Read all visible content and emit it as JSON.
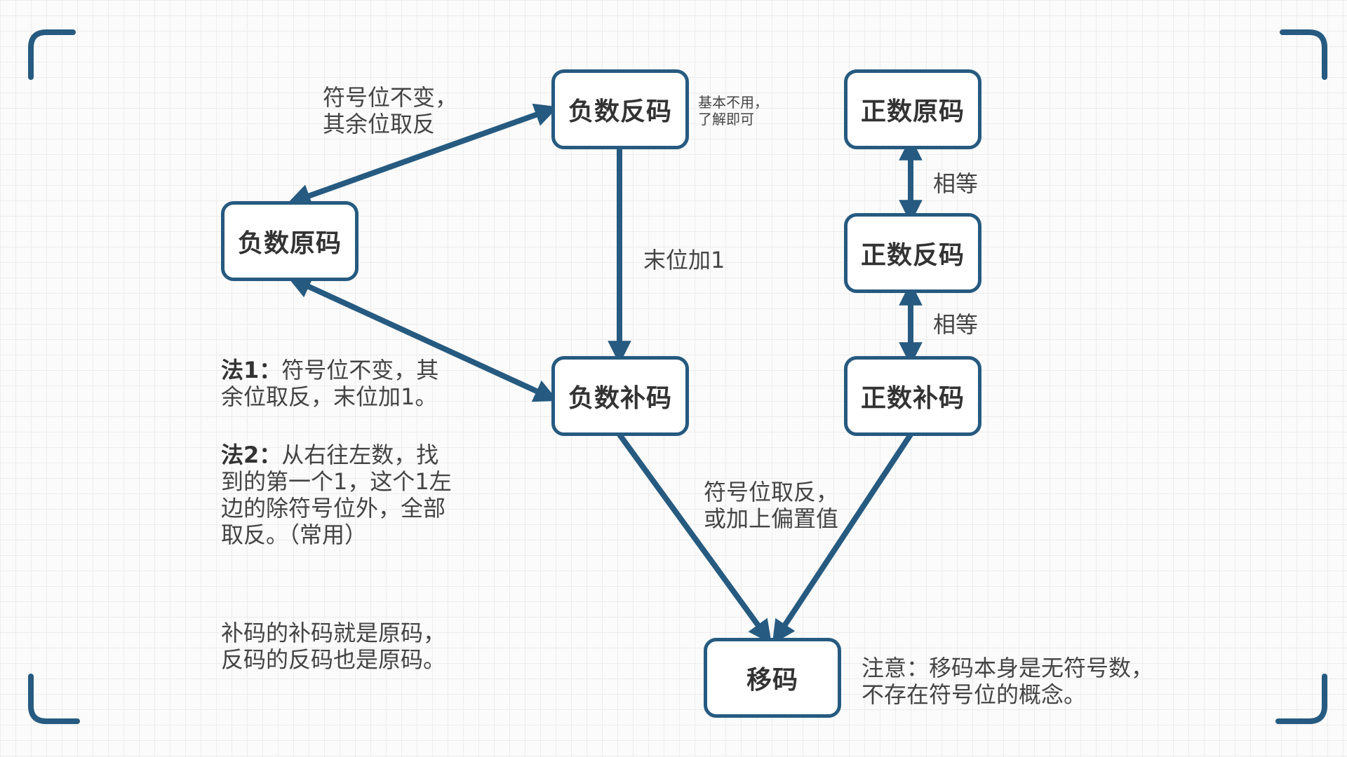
{
  "colors": {
    "accent": "#265a80",
    "text": "#333333",
    "node_fill": "#ffffff"
  },
  "nodes": {
    "neg_ones": "负数反码",
    "neg_sign": "负数原码",
    "neg_twos": "负数补码",
    "pos_sign": "正数原码",
    "pos_ones": "正数反码",
    "pos_twos": "正数补码",
    "biased": "移码"
  },
  "edge_labels": {
    "sign_to_ones": [
      "符号位不变，",
      "其余位取反"
    ],
    "ones_note": [
      "基本不用，",
      "了解即可"
    ],
    "add_one": "末位加1",
    "equal_1": "相等",
    "equal_2": "相等",
    "to_biased": [
      "符号位取反，",
      "或加上偏置值"
    ]
  },
  "notes": {
    "method1_head": "法1：",
    "method1_line1": "符号位不变，其",
    "method1_line2": "余位取反，末位加1。",
    "method2_head": "法2：",
    "method2_line1": "从右往左数，找",
    "method2_line2": "到的第一个1，这个1左",
    "method2_line3": "边的除符号位外，全部",
    "method2_line4": "取反。（常用）",
    "complement_line1": "补码的补码就是原码，",
    "complement_line2": "反码的反码也是原码。",
    "biased_line1": "注意：移码本身是无符号数，",
    "biased_line2": "不存在符号位的概念。"
  }
}
